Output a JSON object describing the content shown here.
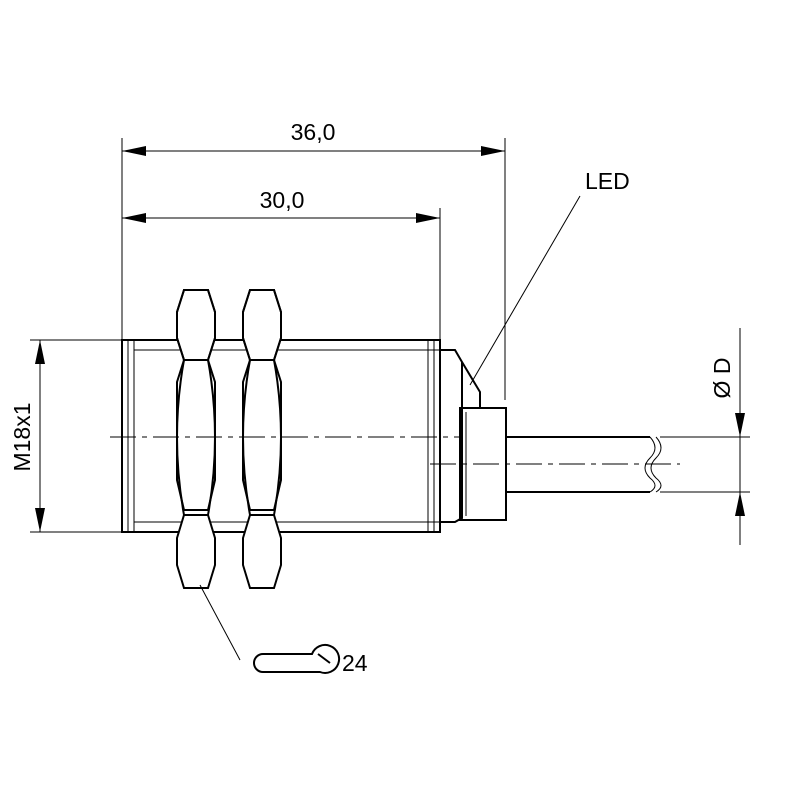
{
  "drawing": {
    "dim_total_length": "36,0",
    "dim_thread_length": "30,0",
    "led_label": "LED",
    "thread_label": "M18x1",
    "cable_diameter_label": "Ø D",
    "wrench_size": "24"
  }
}
